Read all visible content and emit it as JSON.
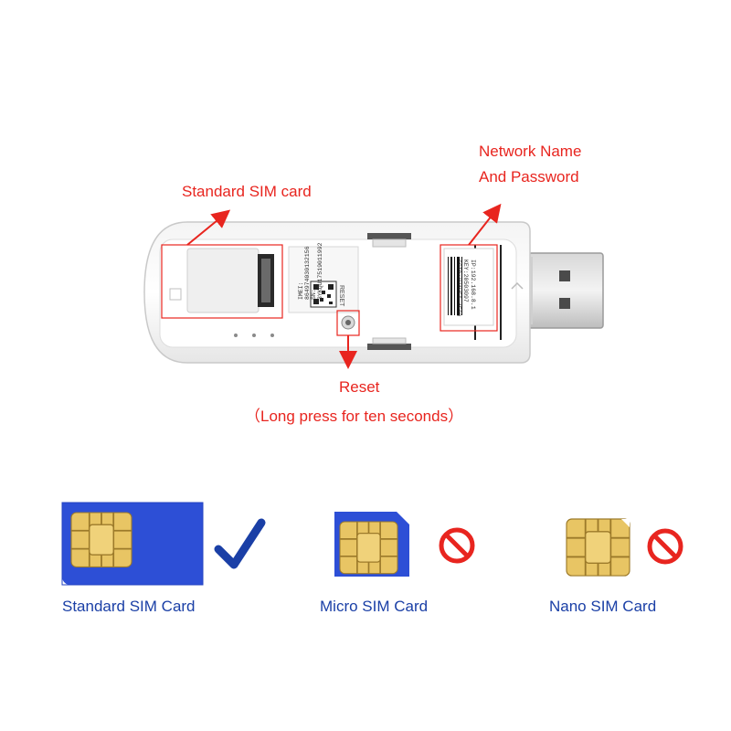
{
  "annotations": {
    "standard_sim": "Standard SIM card",
    "network_line1": "Network Name",
    "network_line2": "And Password",
    "reset_title": "Reset",
    "reset_note": "（Long press for ten seconds）"
  },
  "device_label": {
    "imei_title": "IMEI:",
    "imei_value": "864974030132156",
    "sn_title": "SN:",
    "sn_value": "3YKQU17519011992",
    "reset_mark": "RESET",
    "ssid": "SSID:HUAWEI-4E20",
    "key": "KEY:20503097",
    "ip": "IP:192.168.8.1"
  },
  "sim_types": [
    {
      "label": "Standard SIM Card",
      "status": "supported",
      "status_icon": "checkmark-icon"
    },
    {
      "label": "Micro SIM Card",
      "status": "not-supported",
      "status_icon": "prohibited-icon"
    },
    {
      "label": "Nano SIM Card",
      "status": "not-supported",
      "status_icon": "prohibited-icon"
    }
  ],
  "colors": {
    "annotation_red": "#e8251f",
    "caption_blue": "#1a3fa6",
    "sim_card_blue": "#2d4fd6",
    "chip_gold": "#e8c564"
  }
}
